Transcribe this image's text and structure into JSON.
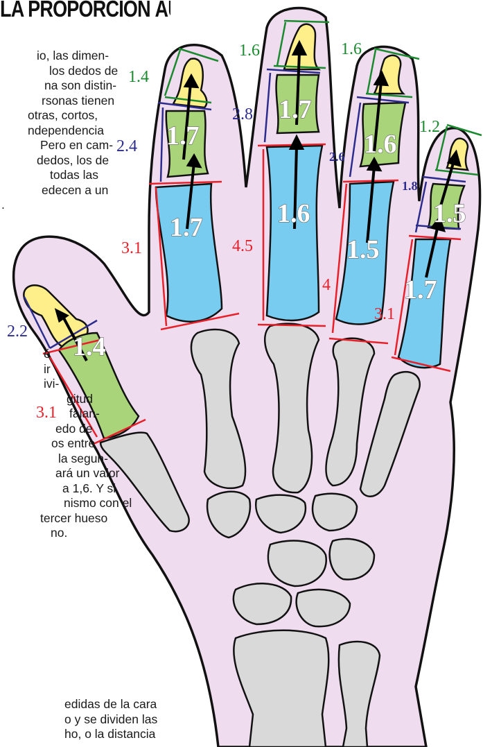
{
  "title": "LA PROPORCIÓN ÁUREA",
  "paragraph_top": [
    "io, las dimen-",
    "los dedos de",
    "na son distin-",
    "rsonas tienen",
    "otras, cortos,",
    "ndependencia",
    "Pero en cam-",
    "dedos, los de",
    "todas   las",
    "edecen  a  un",
    "."
  ],
  "paragraph_middle": [
    "é",
    "ir",
    "ivi-",
    "gitud",
    "falan-",
    "edo de",
    "os entre",
    "la segun-",
    "ará un valor",
    "a 1,6.  Y  si",
    "nismo  con el",
    "tercer hueso",
    "no."
  ],
  "paragraph_bottom": [
    "edidas de la cara",
    "o y se dividen las",
    "ho, o la distancia"
  ],
  "colors": {
    "hand_fill": "#f0dcef",
    "bone_gray": "#d9d9d9",
    "distal_yellow": "#ffef8a",
    "middle_green": "#a9d47a",
    "proximal_blue": "#78ccf0",
    "red": "#e8202a",
    "navy": "#2c2c8c",
    "green": "#1a8a2e"
  },
  "measurements": {
    "thumb_top": "2.2",
    "thumb_bottom": "3.1",
    "index_top": "1.4",
    "index_mid": "2.4",
    "index_bottom": "3.1",
    "middle_top": "1.6",
    "middle_mid": "2.8",
    "middle_bottom": "4.5",
    "ring_top": "1.6",
    "ring_mid": "2.6",
    "ring_bottom": "4",
    "pinky_top": "1.2",
    "pinky_mid": "1.8",
    "pinky_bottom": "3.1"
  },
  "ratios": {
    "thumb": "1.4",
    "index_upper": "1.7",
    "index_lower": "1.7",
    "middle_upper": "1.7",
    "middle_lower": "1.6",
    "ring_upper": "1.6",
    "ring_lower": "1.5",
    "pinky_upper": "1.5",
    "pinky_lower": "1.7"
  }
}
